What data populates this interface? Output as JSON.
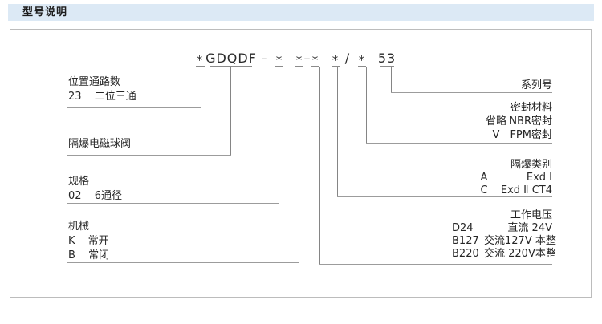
{
  "header": {
    "title": "型号说明"
  },
  "model_code": {
    "segments": [
      {
        "text": "*"
      },
      {
        "text": "GDQDF"
      },
      {
        "text": "–"
      },
      {
        "text": "*"
      },
      {
        "text": "*"
      },
      {
        "text": "–"
      },
      {
        "text": "*"
      },
      {
        "text": "*"
      },
      {
        "text": "/"
      },
      {
        "text": "*"
      },
      {
        "text": "53"
      }
    ]
  },
  "left_sections": [
    {
      "title": "位置通路数",
      "rows": [
        {
          "code": "23",
          "desc": "二位三通"
        }
      ]
    },
    {
      "title": "隔爆电磁球阀",
      "rows": []
    },
    {
      "title": "规格",
      "rows": [
        {
          "code": "02",
          "desc": "6通径"
        }
      ]
    },
    {
      "title": "机械",
      "rows": [
        {
          "code": "K",
          "desc": "常开"
        },
        {
          "code": "B",
          "desc": "常闭"
        }
      ]
    }
  ],
  "right_sections": [
    {
      "title": "系列号",
      "rows": []
    },
    {
      "title": "密封材料",
      "rows": [
        {
          "code": "省略",
          "desc": "NBR密封"
        },
        {
          "code": "V",
          "desc": "FPM密封"
        }
      ]
    },
    {
      "title": "隔爆类别",
      "rows": [
        {
          "code": "A",
          "desc": "Exd Ⅰ"
        },
        {
          "code": "C",
          "desc": "Exd Ⅱ CT4"
        }
      ]
    },
    {
      "title": "工作电压",
      "rows": [
        {
          "code": "D24",
          "desc": "直流 24V"
        },
        {
          "code": "B127",
          "desc": "交流127V 本整"
        },
        {
          "code": "B220",
          "desc": "交流 220V本整"
        }
      ]
    }
  ]
}
